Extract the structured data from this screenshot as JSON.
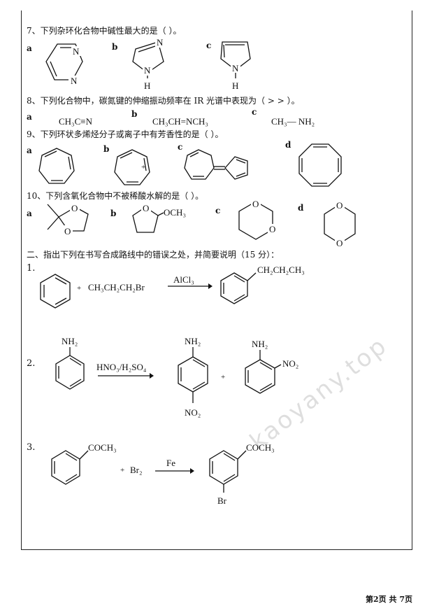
{
  "q7": {
    "text": "7、下列杂环化合物中碱性最大的是（  ）。",
    "a": "a",
    "b": "b",
    "c": "c",
    "n": "N",
    "nh_h": "H"
  },
  "q8": {
    "text": "8、下列化合物中，碳氮键的伸缩振动频率在 IR 光谱中表现为（    >    >    ）。",
    "a": "a",
    "b": "b",
    "c": "c",
    "a_formula": "CH₃C≡N",
    "b_formula": "CH₃CH=NCH₃",
    "c_formula": "CH₃— NH₂"
  },
  "q9": {
    "text": "9、下列环状多烯烃分子或离子中有芳香性的是（  ）。",
    "a": "a",
    "b": "b",
    "c": "c",
    "d": "d",
    "plus": "+"
  },
  "q10": {
    "text": "10、下列含氧化合物中不被稀酸水解的是（  ）。",
    "a": "a",
    "b": "b",
    "c": "c",
    "d": "d",
    "o": "O",
    "och3": "OCH₃"
  },
  "section2": {
    "title": "二、指出下列在书写合成路线中的错误之处，并简要说明（15 分）："
  },
  "r1": {
    "num": "1.",
    "plus": "+",
    "reagent": "CH₃CH₂CH₂Br",
    "catalyst": "AlCl₃",
    "product_chain": "CH₂CH₂CH₃"
  },
  "r2": {
    "num": "2.",
    "nh2": "NH₂",
    "reagent": "HNO₃/H₂SO₄",
    "no2": "NO₂",
    "plus": "+"
  },
  "r3": {
    "num": "3.",
    "coch3": "COCH₃",
    "plus": "+",
    "reagent": "Br₂",
    "catalyst": "Fe",
    "br": "Br"
  },
  "watermark": {
    "text": "kaoyany.top"
  },
  "footer": {
    "page": "第2页 共 7页"
  }
}
